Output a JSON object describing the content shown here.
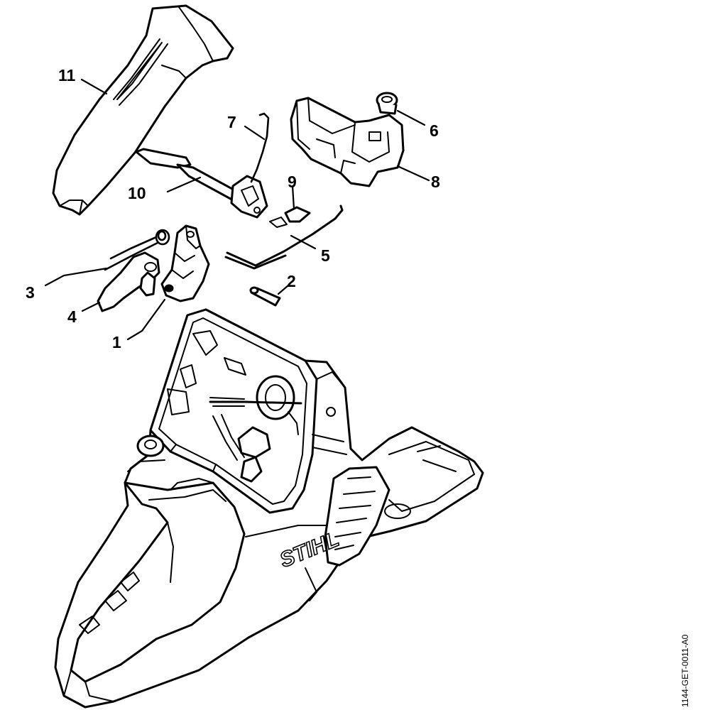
{
  "diagram": {
    "reference_code": "1144-GET-0011-A0",
    "brand_mark": "STIHL",
    "callouts": [
      {
        "id": "callout-1",
        "label": "1"
      },
      {
        "id": "callout-2",
        "label": "2"
      },
      {
        "id": "callout-3",
        "label": "3"
      },
      {
        "id": "callout-4",
        "label": "4"
      },
      {
        "id": "callout-5",
        "label": "5"
      },
      {
        "id": "callout-6",
        "label": "6"
      },
      {
        "id": "callout-7",
        "label": "7"
      },
      {
        "id": "callout-8",
        "label": "8"
      },
      {
        "id": "callout-9",
        "label": "9"
      },
      {
        "id": "callout-10",
        "label": "10"
      },
      {
        "id": "callout-11",
        "label": "11"
      }
    ]
  }
}
